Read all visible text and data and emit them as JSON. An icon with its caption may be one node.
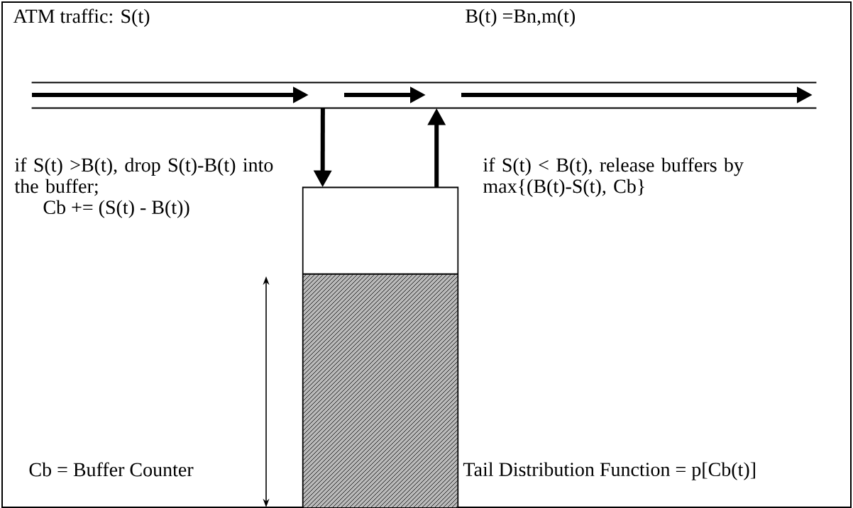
{
  "diagram": {
    "nodes": [
      {
        "text": [],
        "shape": "band"
      },
      {
        "text": [],
        "shape": "box"
      }
    ],
    "edges": [
      {
        "from": 0,
        "to": 1,
        "arrow": "to"
      },
      {
        "from": 1,
        "to": 0,
        "arrow": "to"
      }
    ],
    "labels": [
      "ATM traffic: S(t)",
      "B(t) =Bn,m(t)",
      "if S(t) >B(t), drop S(t)-B(t) into the buffer;",
      "Cb += (S(t) - B(t))",
      "if S(t) < B(t), release buffers by max{(B(t)-S(t), Cb}",
      "Cb = Buffer Counter",
      "Tail Distribution Function = p[Cb(t)]"
    ]
  }
}
